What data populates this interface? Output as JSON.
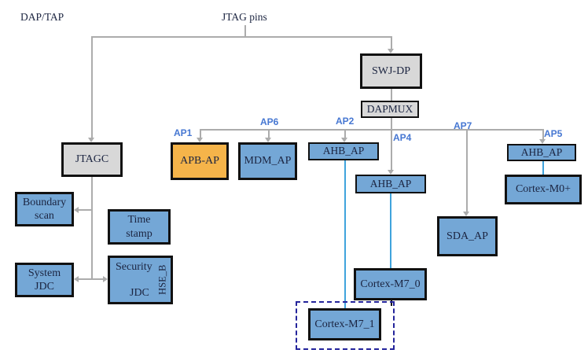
{
  "diagram": {
    "corner_label": "DAP/TAP",
    "top_label": "JTAG pins",
    "port_labels": {
      "ap1": "AP1",
      "ap6": "AP6",
      "ap2": "AP2",
      "ap4": "AP4",
      "ap7": "AP7",
      "ap5": "AP5"
    },
    "nodes": {
      "jtagc": "JTAGC",
      "swj_dp": "SWJ-DP",
      "dapmux": "DAPMUX",
      "apb_ap": "APB-AP",
      "mdm_ap": "MDM_AP",
      "ahb_ap_2": "AHB_AP",
      "ahb_ap_4": "AHB_AP",
      "ahb_ap_5": "AHB_AP",
      "cortex_m0": "Cortex-M0+",
      "sda_ap": "SDA_AP",
      "cortex_m7_0": "Cortex-M7_0",
      "cortex_m7_1": "Cortex-M7_1",
      "boundary_scan_line1": "Boundary",
      "boundary_scan_line2": "scan",
      "time_stamp_line1": "Time",
      "time_stamp_line2": "stamp",
      "system_jdc_line1": "System",
      "system_jdc_line2": "JDC",
      "security_title": "Security",
      "security_jdc": "JDC",
      "security_hse": "HSE_B"
    },
    "colors": {
      "box_blue": "#74A7D6",
      "box_orange": "#F5B44A",
      "box_gray": "#D8D8D8",
      "box_border": "#111111",
      "wire_gray": "#ACACAC",
      "wire_blue": "#3FA3DC",
      "ap_label": "#4677D2",
      "dashed_outline": "#24249B",
      "text_dark": "#1B2440"
    }
  }
}
